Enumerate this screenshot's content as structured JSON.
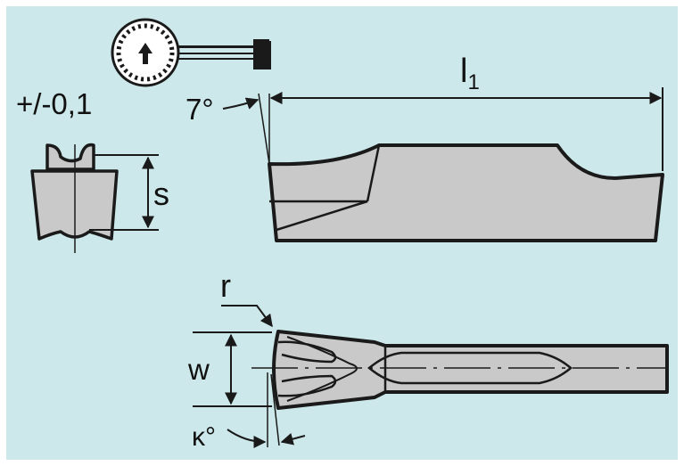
{
  "colors": {
    "background": "#cce8ea",
    "frame": "#ffffff",
    "part_fill": "#c9c9c9",
    "outline": "#1a1a1a",
    "dial_face": "#ffffff"
  },
  "labels": {
    "tolerance": "+/-0,1",
    "angle_top": "7°",
    "length_main": "l",
    "length_sub": "1",
    "thickness": "s",
    "radius": "r",
    "width": "w",
    "kappa": "κ°"
  },
  "icons": {
    "dial": "dial-indicator-icon"
  }
}
